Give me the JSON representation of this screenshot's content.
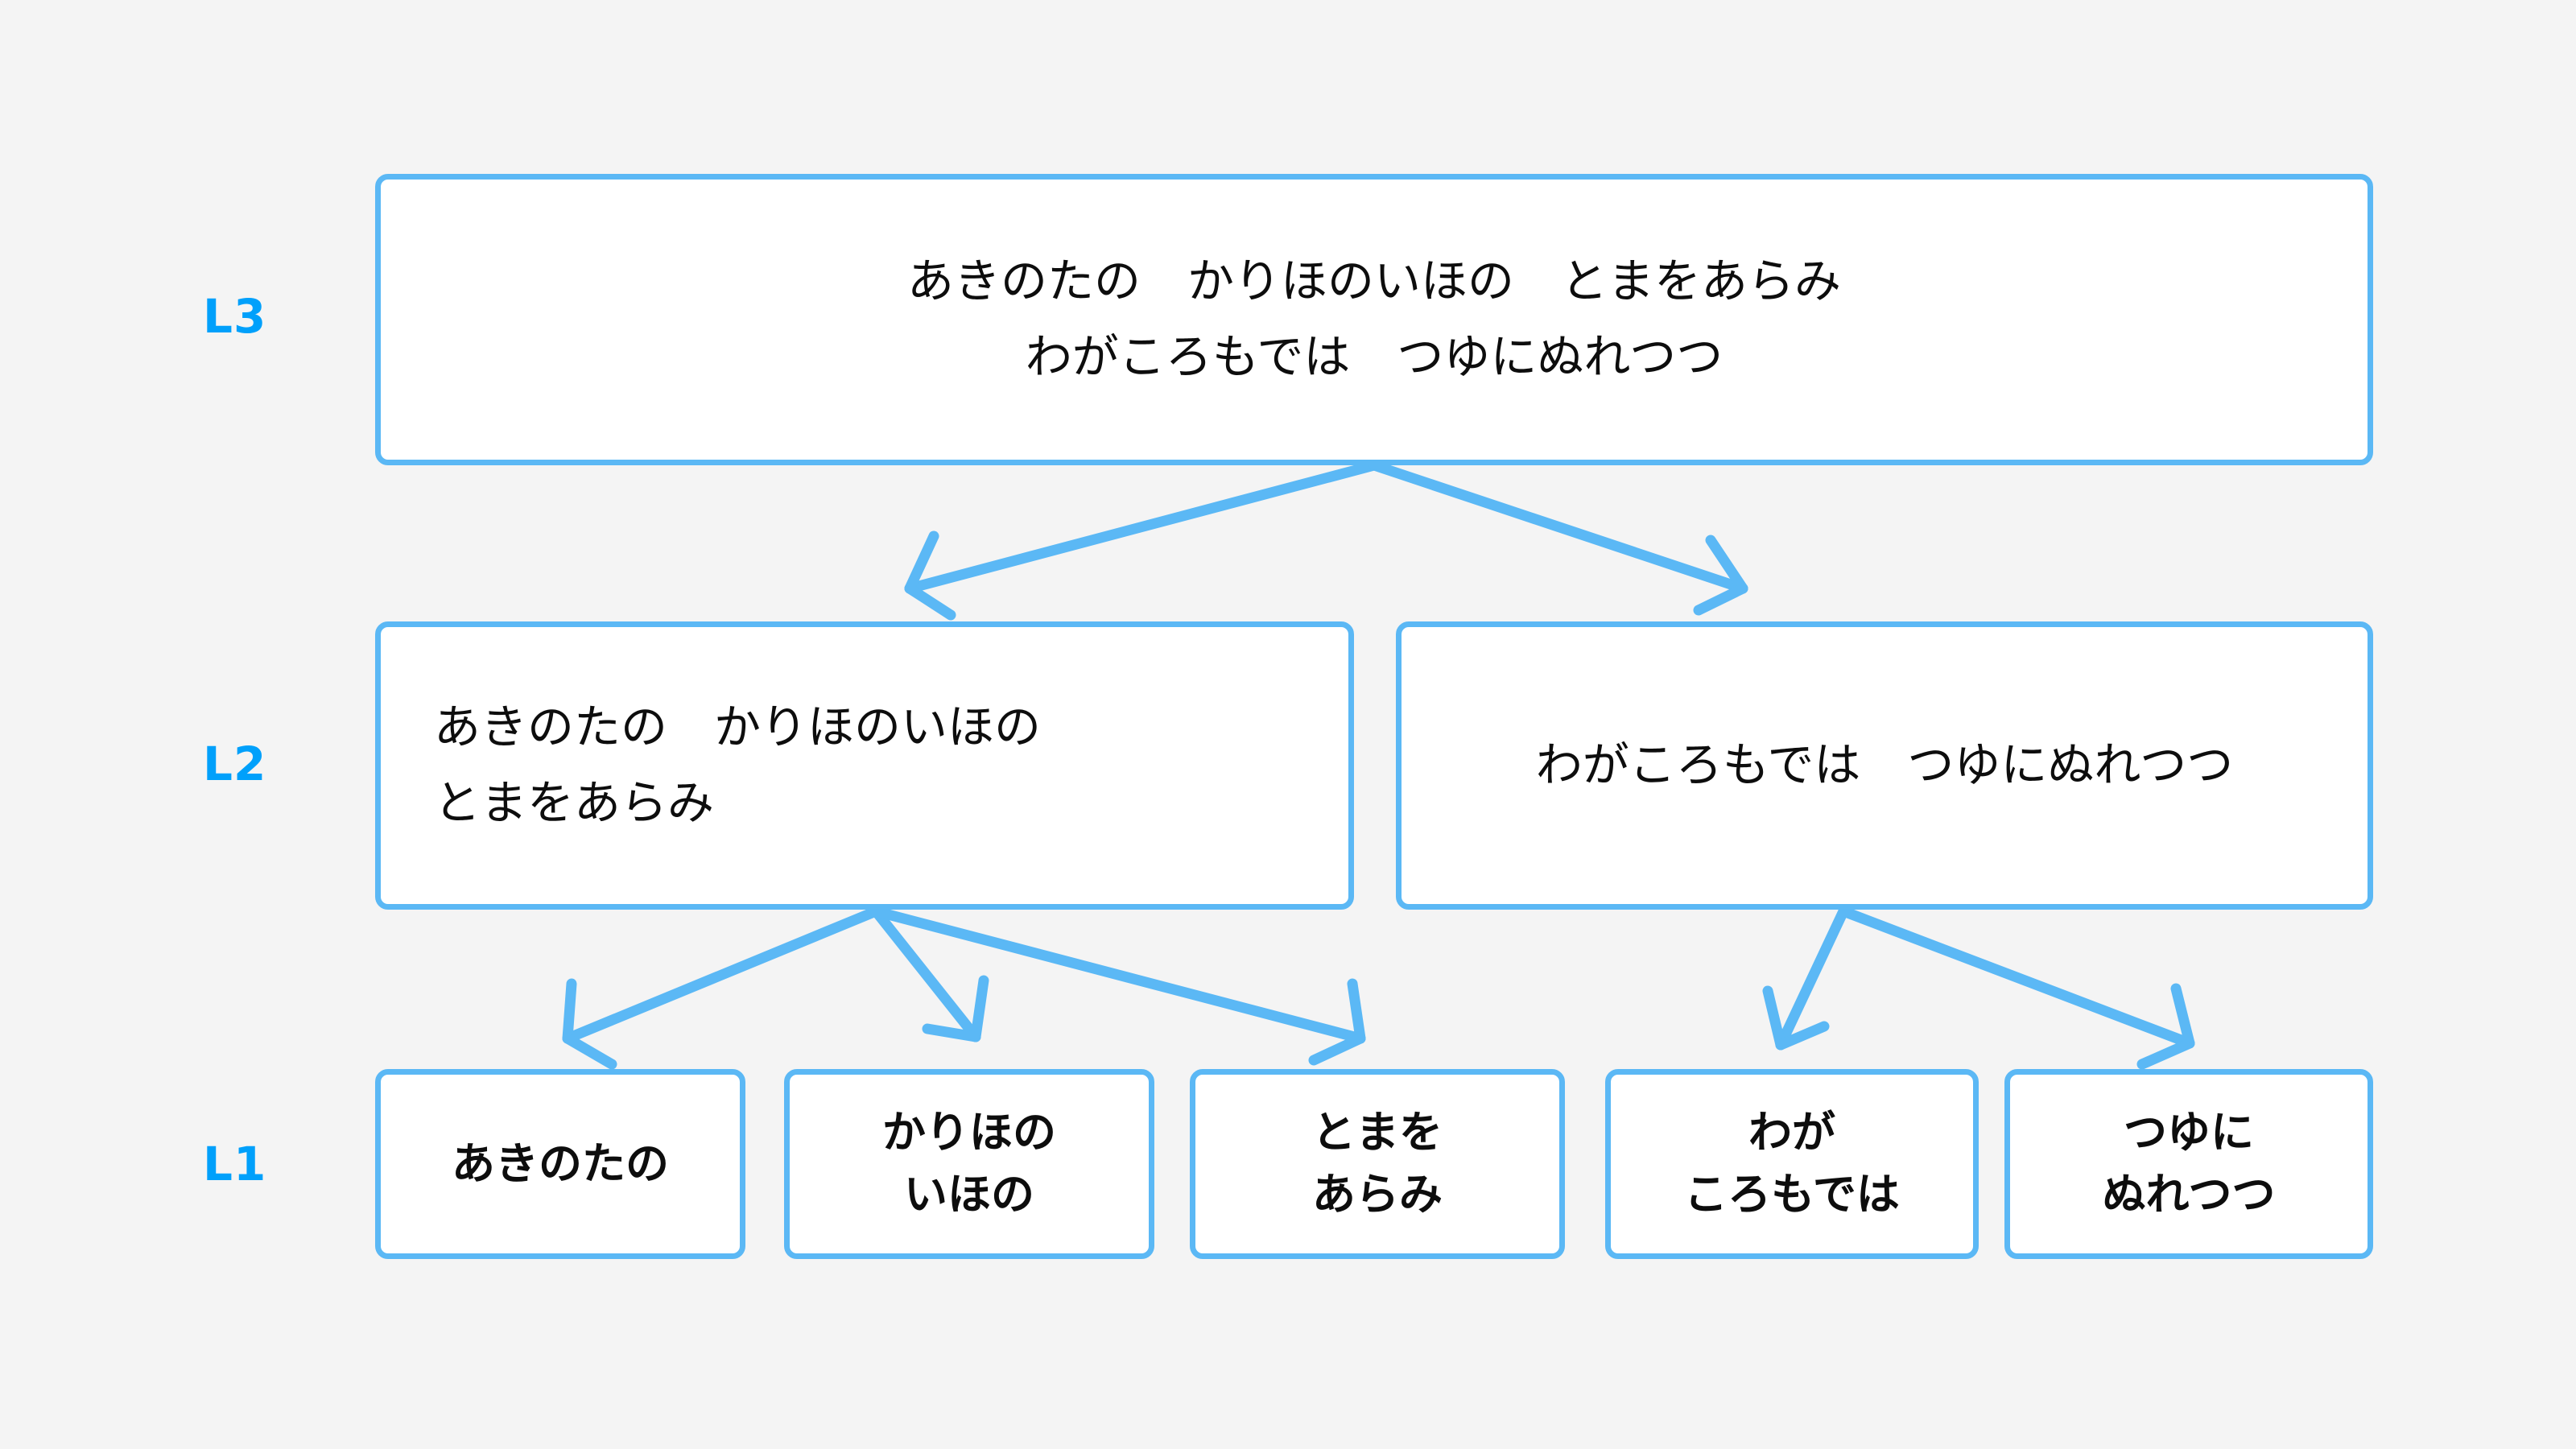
{
  "canvas": {
    "background_color": "#f4f4f4",
    "box_border_color": "#5bb8f5",
    "box_fill_color": "#ffffff",
    "label_color": "#00a0fb",
    "arrow_color": "#5bb8f5",
    "text_color": "#0d0d0d"
  },
  "levels": [
    {
      "id": "l3",
      "label": "L3"
    },
    {
      "id": "l2",
      "label": "L2"
    },
    {
      "id": "l1",
      "label": "L1"
    }
  ],
  "nodes": {
    "l3_root": {
      "lines": [
        "あきのたの　かりほのいほの　とまをあらみ",
        "わがころもでは　つゆにぬれつつ"
      ]
    },
    "l2_left": {
      "lines": [
        "あきのたの　かりほのいほの",
        "とまをあらみ"
      ]
    },
    "l2_right": {
      "lines": [
        "わがころもでは　つゆにぬれつつ"
      ]
    },
    "l1_a": {
      "lines": [
        "あきのたの"
      ]
    },
    "l1_b": {
      "lines": [
        "かりほの",
        "いほの"
      ]
    },
    "l1_c": {
      "lines": [
        "とまを",
        "あらみ"
      ]
    },
    "l1_d": {
      "lines": [
        "わが",
        "ころもでは"
      ]
    },
    "l1_e": {
      "lines": [
        "つゆに",
        "ぬれつつ"
      ]
    }
  }
}
